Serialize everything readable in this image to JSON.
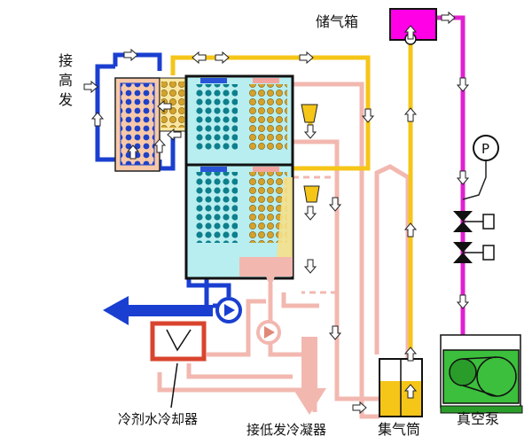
{
  "labels": {
    "gas_tank": "储气箱",
    "from_hp_gen_1": "接",
    "from_hp_gen_2": "高",
    "from_hp_gen_3": "发",
    "pressure_gauge": "P",
    "refrigerant_cooler": "冷剂水冷却器",
    "to_lp_gen_condenser": "接低发冷凝器",
    "gas_collector": "集气筒",
    "vacuum_pump": "真空泵"
  },
  "colors": {
    "blue_pipe": "#1a3fd0",
    "yellow_pipe": "#f5c518",
    "pink_pipe": "#f2b8b0",
    "magenta_pipe": "#e020d0",
    "vessel_fill": "#b8eef0",
    "tube_teal": "#0e7f8c",
    "tube_gold": "#d4a22a",
    "pump_green": "#3cbf3c",
    "cooler_red": "#d9442e"
  }
}
